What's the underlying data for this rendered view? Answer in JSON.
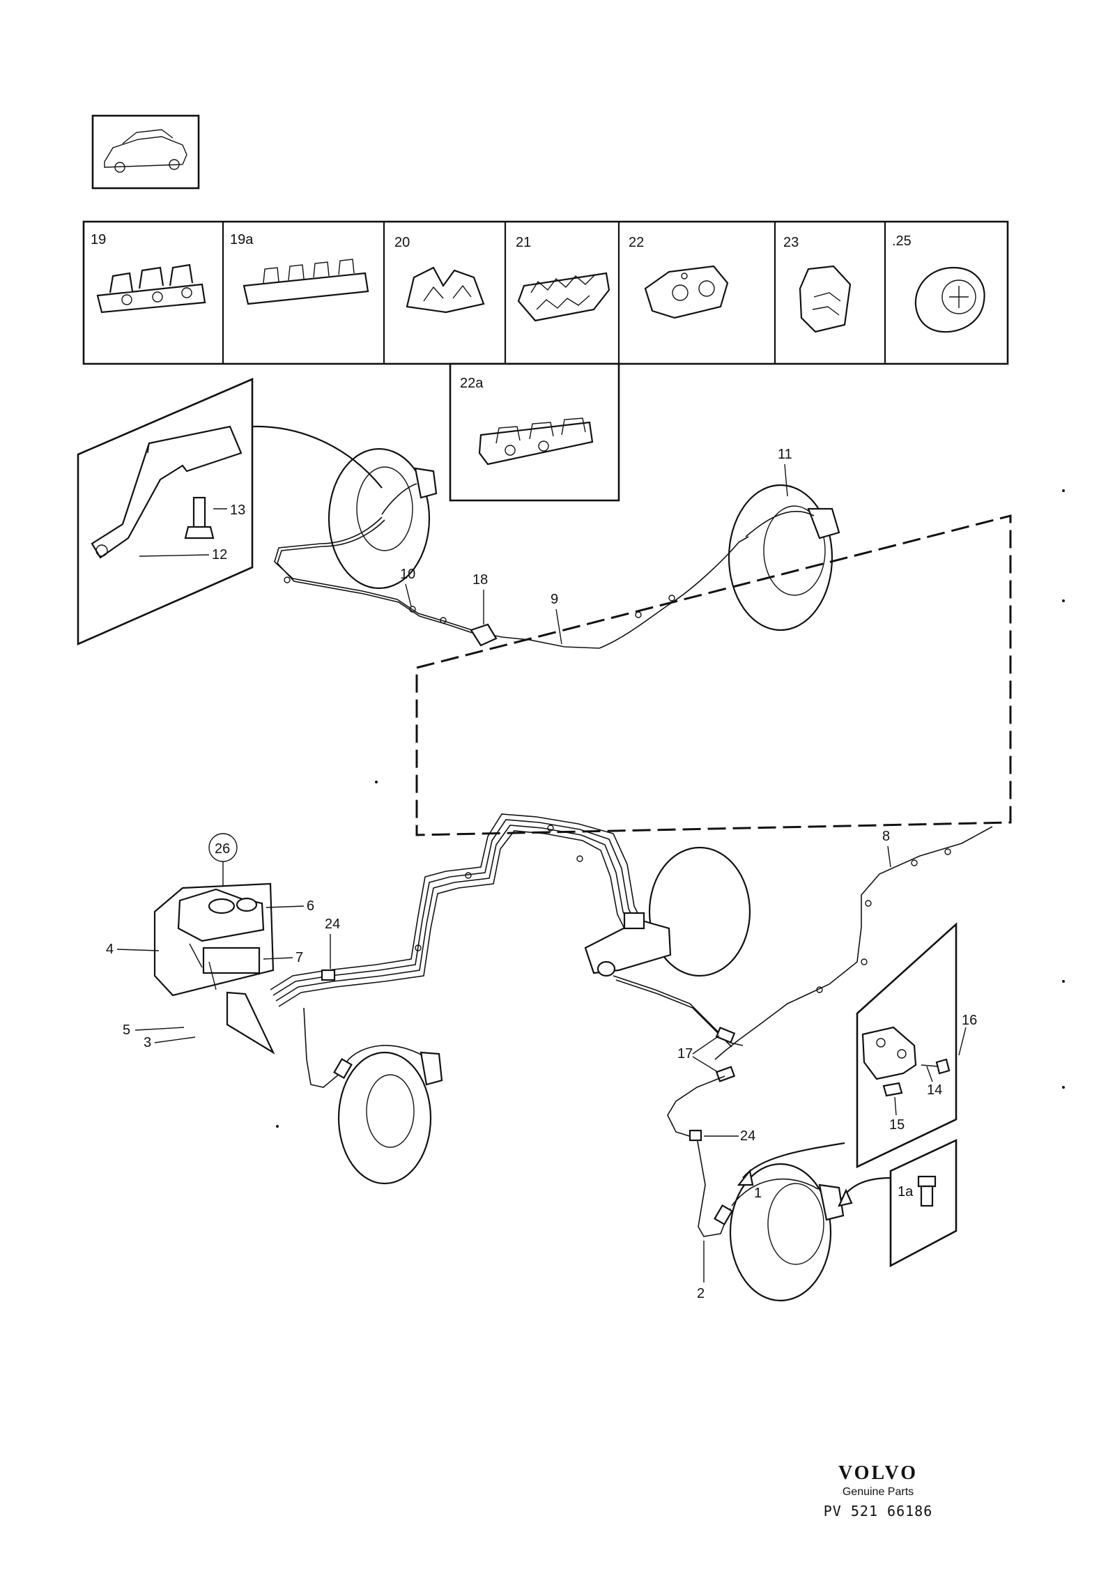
{
  "clip_boxes": [
    {
      "label": "19"
    },
    {
      "label": "19a"
    },
    {
      "label": "20"
    },
    {
      "label": "21"
    },
    {
      "label": "22"
    },
    {
      "label": "23"
    },
    {
      "label": ".25"
    },
    {
      "label": "22a"
    }
  ],
  "callouts": {
    "c1": "1",
    "c1a": "1a",
    "c2": "2",
    "c3": "3",
    "c4": "4",
    "c5": "5",
    "c6": "6",
    "c7": "7",
    "c8": "8",
    "c9": "9",
    "c10": "10",
    "c11": "11",
    "c12": "12",
    "c13": "13",
    "c14": "14",
    "c15": "15",
    "c16": "16",
    "c17": "17",
    "c18": "18",
    "c24a": "24",
    "c24b": "24",
    "c26": "26"
  },
  "brand": {
    "logo": "VOLVO",
    "tagline": "Genuine Parts",
    "code": "PV 521 66186"
  }
}
